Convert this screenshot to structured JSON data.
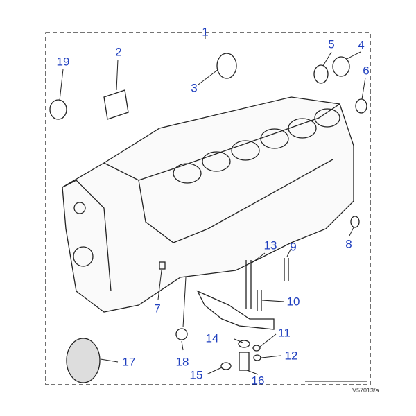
{
  "diagram": {
    "callouts": [
      {
        "id": "1",
        "label": "1"
      },
      {
        "id": "2",
        "label": "2"
      },
      {
        "id": "3",
        "label": "3"
      },
      {
        "id": "4",
        "label": "4"
      },
      {
        "id": "5",
        "label": "5"
      },
      {
        "id": "6",
        "label": "6"
      },
      {
        "id": "7",
        "label": "7"
      },
      {
        "id": "8",
        "label": "8"
      },
      {
        "id": "9",
        "label": "9"
      },
      {
        "id": "10",
        "label": "10"
      },
      {
        "id": "11",
        "label": "11"
      },
      {
        "id": "12",
        "label": "12"
      },
      {
        "id": "13",
        "label": "13"
      },
      {
        "id": "14",
        "label": "14"
      },
      {
        "id": "15",
        "label": "15"
      },
      {
        "id": "16",
        "label": "16"
      },
      {
        "id": "17",
        "label": "17"
      },
      {
        "id": "18",
        "label": "18"
      },
      {
        "id": "19",
        "label": "19"
      }
    ],
    "reference_code": "V57013/a",
    "label_color": "#1f3fbf"
  }
}
